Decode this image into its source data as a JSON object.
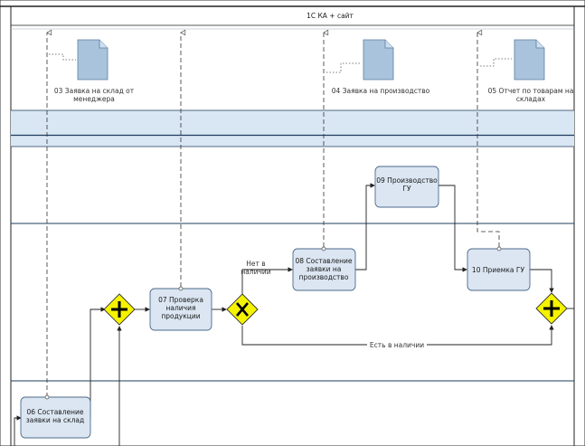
{
  "system_label": "1С КА + сайт",
  "documents": [
    {
      "label_lines": [
        "03 Заявка на склад от",
        "менеджера"
      ]
    },
    {
      "label_lines": [
        "04 Заявка на производство"
      ]
    },
    {
      "label_lines": [
        "05 Отчет по товарам на",
        "складах"
      ]
    }
  ],
  "tasks": [
    {
      "label_lines": [
        "06 Составление",
        "заявки на склад"
      ]
    },
    {
      "label_lines": [
        "07 Проверка",
        "наличия",
        "продукции"
      ]
    },
    {
      "label_lines": [
        "08 Составление",
        "заявки на",
        "производство"
      ]
    },
    {
      "label_lines": [
        "09 Производство",
        "ГУ"
      ]
    },
    {
      "label_lines": [
        "10 Приемка ГУ"
      ]
    }
  ],
  "flow_labels": {
    "not_available": [
      "Нет в",
      "наличии"
    ],
    "available": "Есть в наличии"
  },
  "colors": {
    "lane_blue": "#d9e6f3",
    "lane_line": "#1f3d5c",
    "task_fill": "#dbe6f2",
    "task_stroke": "#4d6a8a",
    "doc_fill": "#a9c3dc",
    "gateway_fill": "#f5f300"
  }
}
